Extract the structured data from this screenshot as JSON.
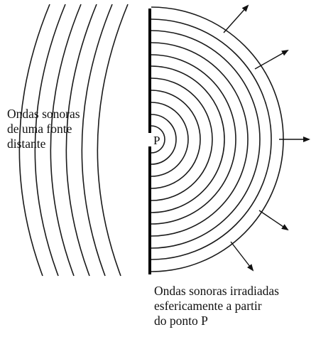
{
  "labels": {
    "left": [
      "Ondas sonoras",
      "de uma fonte",
      "distante"
    ],
    "bottom": [
      "Ondas sonoras irradiadas",
      "esfericamente a partir",
      "do ponto P"
    ],
    "point": "P"
  },
  "colors": {
    "ink": "#111111",
    "background": "#ffffff"
  }
}
